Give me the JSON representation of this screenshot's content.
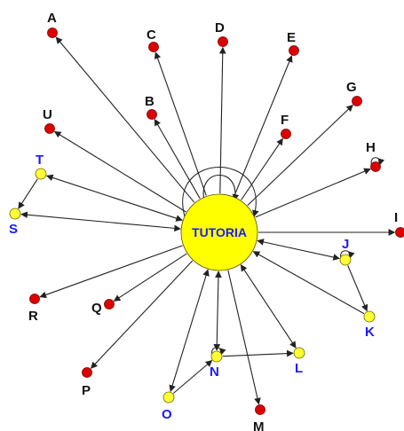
{
  "colors": {
    "hub_fill": "#ffff00",
    "hub_label": "#1a1aff",
    "node_red": "#dd0000",
    "node_yellow": "#ffff33",
    "label_black": "#111111",
    "label_blue": "#1a1aff",
    "edge": "#222222"
  },
  "hub": {
    "id": "hub",
    "label": "TUTORIA"
  },
  "nodes": [
    {
      "id": "A",
      "label": "A",
      "kind": "red"
    },
    {
      "id": "B",
      "label": "B",
      "kind": "red"
    },
    {
      "id": "C",
      "label": "C",
      "kind": "red"
    },
    {
      "id": "D",
      "label": "D",
      "kind": "red"
    },
    {
      "id": "E",
      "label": "E",
      "kind": "red"
    },
    {
      "id": "F",
      "label": "F",
      "kind": "red"
    },
    {
      "id": "G",
      "label": "G",
      "kind": "red"
    },
    {
      "id": "H",
      "label": "H",
      "kind": "red"
    },
    {
      "id": "I",
      "label": "I",
      "kind": "red"
    },
    {
      "id": "J",
      "label": "J",
      "kind": "yellow"
    },
    {
      "id": "K",
      "label": "K",
      "kind": "yellow"
    },
    {
      "id": "L",
      "label": "L",
      "kind": "yellow"
    },
    {
      "id": "M",
      "label": "M",
      "kind": "red"
    },
    {
      "id": "N",
      "label": "N",
      "kind": "yellow"
    },
    {
      "id": "O",
      "label": "O",
      "kind": "yellow"
    },
    {
      "id": "P",
      "label": "P",
      "kind": "red"
    },
    {
      "id": "Q",
      "label": "Q",
      "kind": "red"
    },
    {
      "id": "R",
      "label": "R",
      "kind": "red"
    },
    {
      "id": "S",
      "label": "S",
      "kind": "yellow"
    },
    {
      "id": "T",
      "label": "T",
      "kind": "yellow"
    },
    {
      "id": "U",
      "label": "U",
      "kind": "red"
    }
  ],
  "edges": [
    {
      "from": "hub",
      "to": "A",
      "arrows": "to"
    },
    {
      "from": "hub",
      "to": "B",
      "arrows": "to"
    },
    {
      "from": "hub",
      "to": "C",
      "arrows": "to"
    },
    {
      "from": "hub",
      "to": "D",
      "arrows": "to"
    },
    {
      "from": "hub",
      "to": "E",
      "arrows": "to"
    },
    {
      "from": "hub",
      "to": "F",
      "arrows": "to"
    },
    {
      "from": "hub",
      "to": "G",
      "arrows": "to"
    },
    {
      "from": "hub",
      "to": "H",
      "arrows": "to"
    },
    {
      "from": "hub",
      "to": "I",
      "arrows": "to"
    },
    {
      "from": "hub",
      "to": "J",
      "arrows": "both"
    },
    {
      "from": "hub",
      "to": "L",
      "arrows": "both"
    },
    {
      "from": "hub",
      "to": "M",
      "arrows": "to"
    },
    {
      "from": "hub",
      "to": "N",
      "arrows": "both"
    },
    {
      "from": "hub",
      "to": "O",
      "arrows": "both"
    },
    {
      "from": "hub",
      "to": "P",
      "arrows": "to"
    },
    {
      "from": "hub",
      "to": "Q",
      "arrows": "to"
    },
    {
      "from": "hub",
      "to": "R",
      "arrows": "to"
    },
    {
      "from": "hub",
      "to": "S",
      "arrows": "both"
    },
    {
      "from": "hub",
      "to": "T",
      "arrows": "both"
    },
    {
      "from": "hub",
      "to": "U",
      "arrows": "to"
    },
    {
      "from": "T",
      "to": "S",
      "arrows": "to"
    },
    {
      "from": "J",
      "to": "K",
      "arrows": "to"
    },
    {
      "from": "K",
      "to": "hub",
      "arrows": "to"
    },
    {
      "from": "N",
      "to": "L",
      "arrows": "to"
    },
    {
      "from": "O",
      "to": "N",
      "arrows": "to"
    }
  ],
  "self_loops": [
    "hub",
    "H",
    "J",
    "N"
  ]
}
